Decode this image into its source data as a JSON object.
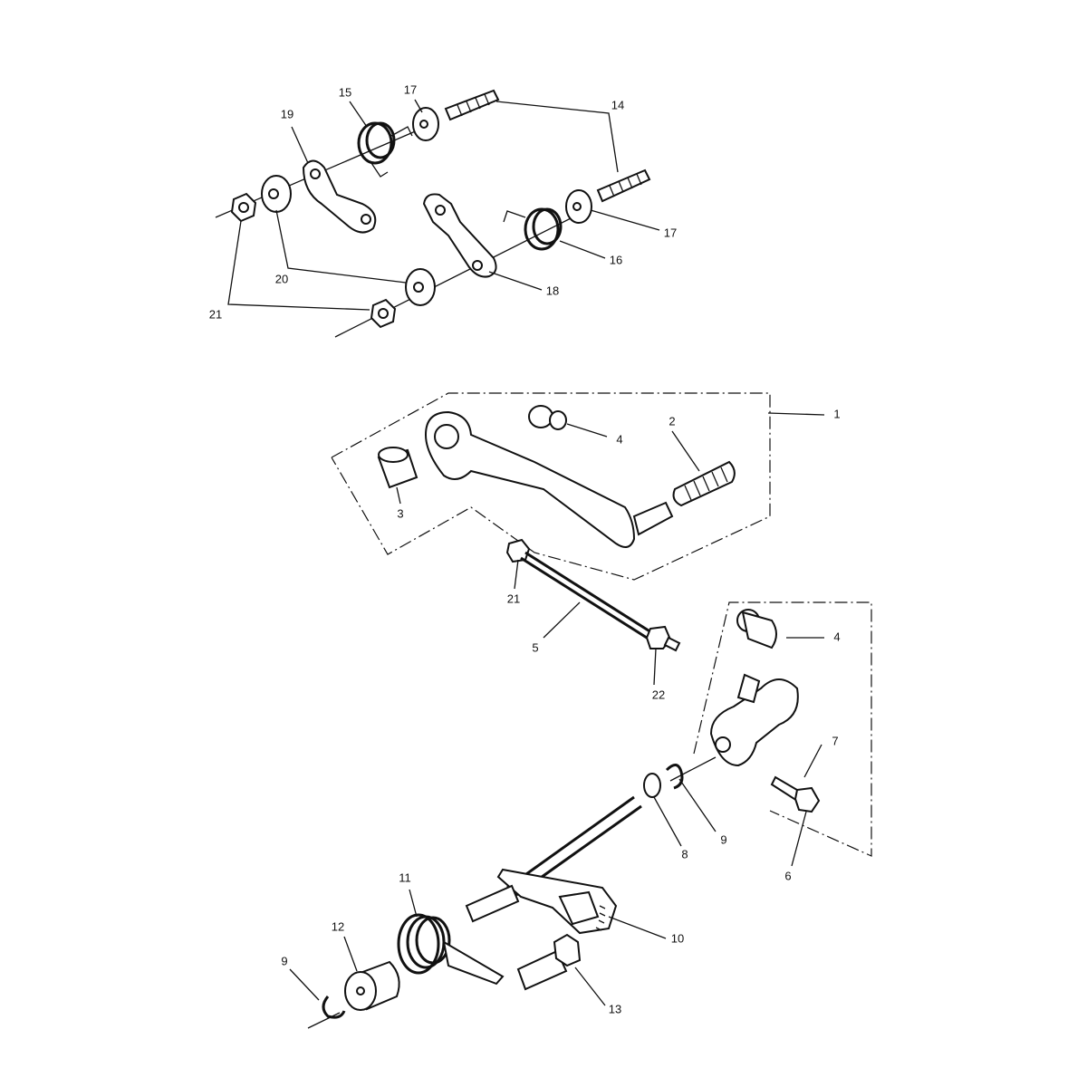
{
  "diagram": {
    "type": "exploded-parts-diagram",
    "callouts": [
      "17",
      "15",
      "19",
      "14",
      "17",
      "16",
      "18",
      "20",
      "21",
      "1",
      "4",
      "2",
      "3",
      "21",
      "5",
      "22",
      "4",
      "7",
      "9",
      "8",
      "6",
      "11",
      "10",
      "12",
      "9",
      "13"
    ]
  }
}
